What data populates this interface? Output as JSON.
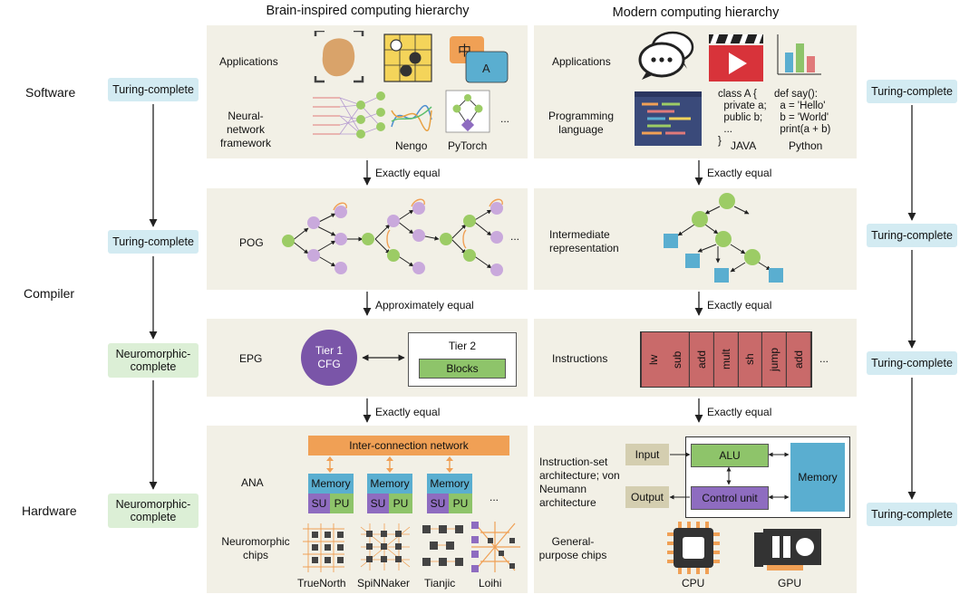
{
  "headers": {
    "brain": "Brain-inspired computing hierarchy",
    "modern": "Modern computing hierarchy"
  },
  "levels": {
    "software": "Software",
    "compiler": "Compiler",
    "hardware": "Hardware"
  },
  "left_badges": [
    "Turing-complete",
    "Turing-complete",
    "Neuromorphic-complete",
    "Neuromorphic-complete"
  ],
  "right_badges": [
    "Turing-complete",
    "Turing-complete",
    "Turing-complete",
    "Turing-complete"
  ],
  "brain": {
    "applications": "Applications",
    "nn_framework": "Neural-network framework",
    "nengo": "Nengo",
    "pytorch": "PyTorch",
    "ellipsis": "...",
    "pog": "POG",
    "epg": "EPG",
    "tier1_a": "Tier 1",
    "tier1_b": "CFG",
    "tier2": "Tier 2",
    "blocks": "Blocks",
    "ana": "ANA",
    "interconnect": "Inter-connection network",
    "memory": "Memory",
    "su": "SU",
    "pu": "PU",
    "neuromorphic_chips": "Neuromorphic chips",
    "chips": [
      "TrueNorth",
      "SpiNNaker",
      "Tianjic",
      "Loihi"
    ],
    "app_glyph_zh": "中",
    "app_glyph_a": "A"
  },
  "modern": {
    "applications": "Applications",
    "programming_language": "Programming language",
    "java_code": "class A {\n  private a;\n  public b;\n  ...\n}",
    "java_label": "JAVA",
    "python_code": "def say():\n  a = 'Hello'\n  b = 'World'\n  print(a + b)",
    "python_label": "Python",
    "ir": "Intermediate representation",
    "instructions": "Instructions",
    "instr_list": [
      "lw",
      "sub",
      "add",
      "mult",
      "sh",
      "jump",
      "add"
    ],
    "isa": "Instruction-set architecture; von Neumann architecture",
    "input": "Input",
    "output": "Output",
    "alu": "ALU",
    "control_unit": "Control unit",
    "memory": "Memory",
    "gp_chips": "General-purpose chips",
    "cpu": "CPU",
    "gpu": "GPU"
  },
  "relations": [
    "Exactly equal",
    "Approximately equal",
    "Exactly equal"
  ],
  "relations_modern": [
    "Exactly equal",
    "Exactly equal",
    "Exactly equal"
  ],
  "colors": {
    "panel": "#f2f0e6",
    "node_green": "#9ccc65",
    "node_purple": "#c9a9dc",
    "orange": "#f0a055",
    "memory_blue": "#5aaed0",
    "su_purple": "#8e6cc0",
    "pu_green": "#8ec46a",
    "instr_red": "#c96a6a",
    "cfg_purple": "#7a55a8",
    "badge_blue": "#d3ebf2",
    "badge_green": "#dcefd6"
  }
}
